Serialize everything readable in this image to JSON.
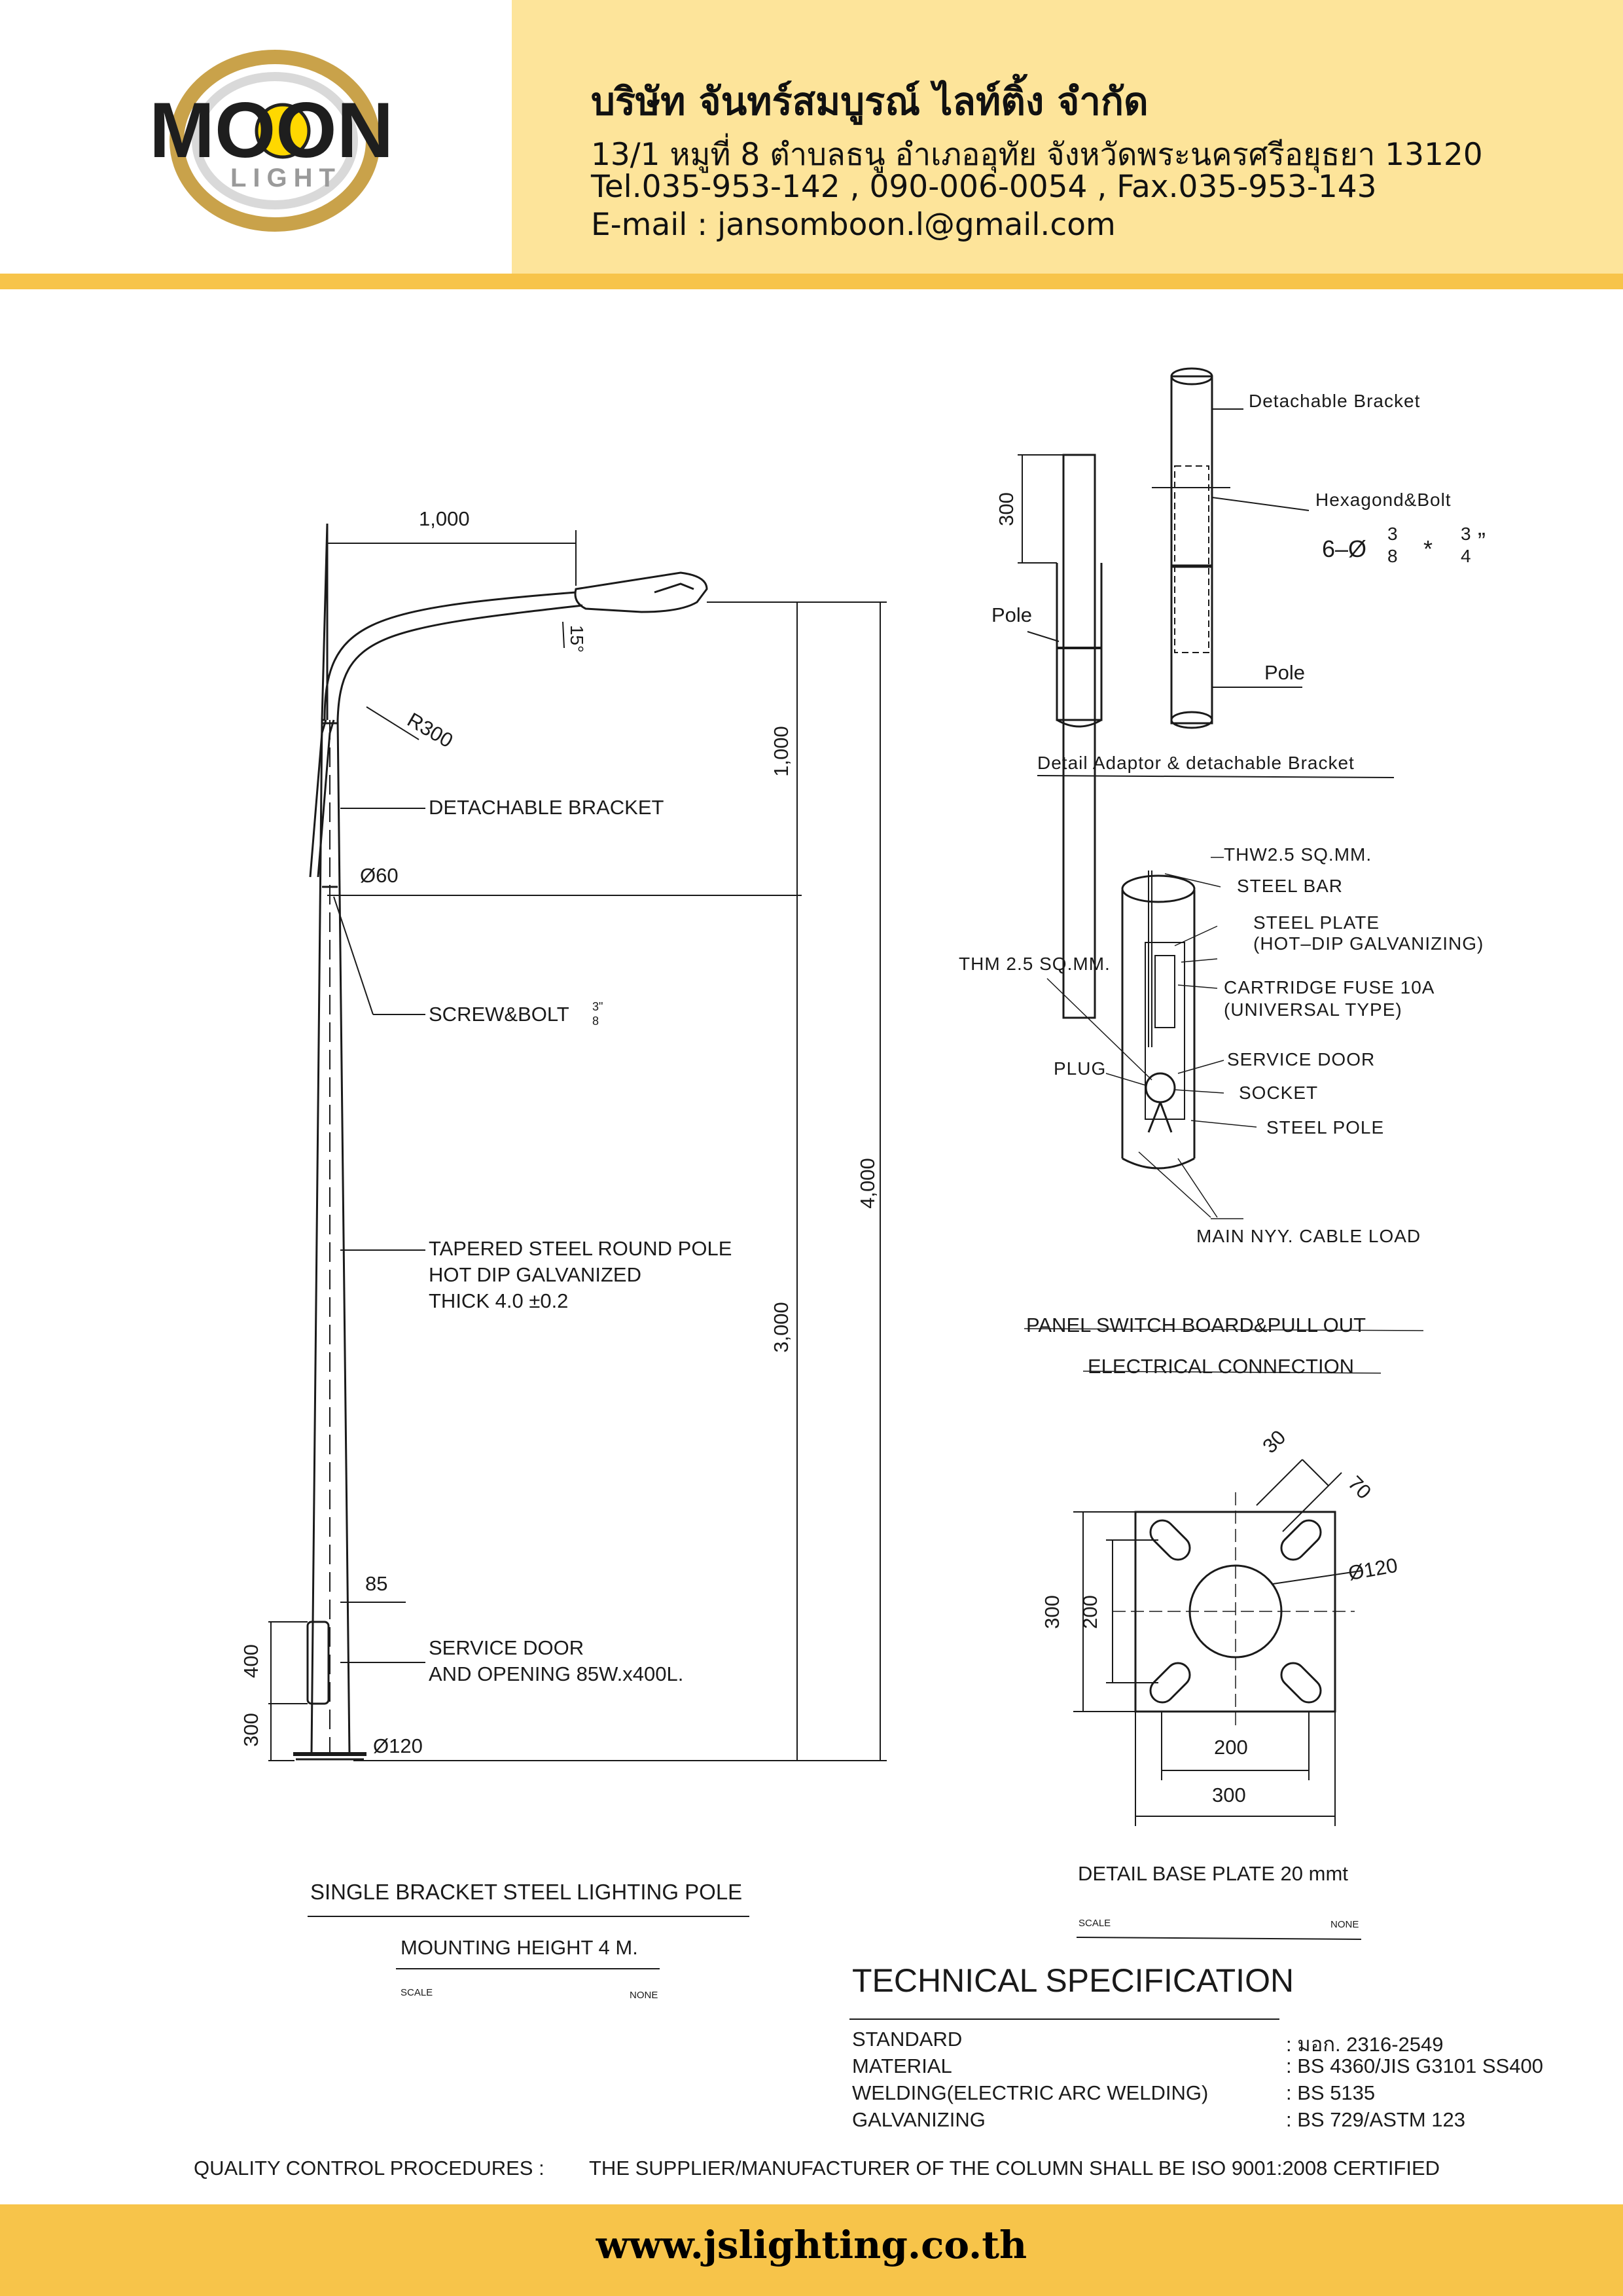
{
  "logo": {
    "wordmark": "MOON",
    "sub": "LIGHT"
  },
  "company": {
    "name": "บริษัท จันทร์สมบูรณ์ ไลท์ติ้ง จำกัด",
    "address": "13/1 หมูที่ 8 ตำบลธนู อำเภออุทัย จังหวัดพระนครศรีอยุธยา 13120",
    "phone": "Tel.035-953-142 , 090-006-0054 , Fax.035-953-143",
    "email": "E-mail : jansomboon.l@gmail.com"
  },
  "pole_drawing": {
    "dim_top": "1,000",
    "angle": "15°",
    "radius": "R300",
    "detachable_bracket": "DETACHABLE BRACKET",
    "diameter_top": "Ø60",
    "screw_bolt": "SCREW&BOLT",
    "screw_frac_num": "3\"",
    "screw_frac_den": "8",
    "pole_desc_1": "TAPERED STEEL ROUND POLE",
    "pole_desc_2": "HOT DIP GALVANIZED",
    "pole_desc_3": "THICK 4.0 ±0.2",
    "dim_85": "85",
    "service_door_1": "SERVICE DOOR",
    "service_door_2": "AND OPENING 85W.x400L.",
    "dim_400": "400",
    "dim_300": "300",
    "diameter_base": "Ø120",
    "dim_1000_v": "1,000",
    "dim_4000": "4,000",
    "dim_3000": "3,000",
    "title": "SINGLE BRACKET STEEL LIGHTING POLE",
    "subtitle": "MOUNTING HEIGHT 4 M.",
    "scale": "SCALE",
    "none": "NONE"
  },
  "adaptor_detail": {
    "detachable_bracket": "Detachable Bracket",
    "hexagon_bolt": "Hexagond&Bolt",
    "bolt_spec_prefix": "6–Ø",
    "bolt_frac1_num": "3",
    "bolt_frac1_den": "8",
    "bolt_star": "*",
    "bolt_frac2_num": "3",
    "bolt_frac2_den": "4",
    "bolt_inch": "”",
    "dim_300": "300",
    "pole_left": "Pole",
    "pole_right": "Pole",
    "caption": "Detail Adaptor & detachable Bracket"
  },
  "panel_detail": {
    "thw": "THW2.5 SQ.MM.",
    "steel_bar": "STEEL BAR",
    "steel_plate_1": "STEEL PLATE",
    "steel_plate_2": "(HOT–DIP GALVANIZING)",
    "thm": "THM 2.5 SQ.MM.",
    "fuse_1": "CARTRIDGE FUSE 10A",
    "fuse_2": "(UNIVERSAL TYPE)",
    "service_door": "SERVICE DOOR",
    "plug": "PLUG",
    "socket": "SOCKET",
    "steel_pole": "STEEL POLE",
    "main_cable": "MAIN NYY. CABLE LOAD",
    "caption_1": "PANEL SWITCH BOARD&PULL OUT",
    "caption_2": "ELECTRICAL CONNECTION"
  },
  "base_plate": {
    "dim_30": "30",
    "dim_70": "70",
    "dia_120": "Ø120",
    "dim_300_v": "300",
    "dim_200_v": "200",
    "dim_200_h": "200",
    "dim_300_h": "300",
    "caption": "DETAIL BASE PLATE 20 mmt",
    "scale": "SCALE",
    "none": "NONE"
  },
  "spec": {
    "title": "TECHNICAL SPECIFICATION",
    "rows": [
      {
        "label": "STANDARD",
        "value": ": มอก. 2316-2549"
      },
      {
        "label": "MATERIAL",
        "value": ": BS 4360/JIS G3101 SS400"
      },
      {
        "label": "WELDING(ELECTRIC ARC WELDING)",
        "value": ": BS 5135"
      },
      {
        "label": "GALVANIZING",
        "value": ": BS 729/ASTM 123"
      }
    ]
  },
  "qc": {
    "label": "QUALITY CONTROL PROCEDURES :",
    "text": "THE SUPPLIER/MANUFACTURER OF THE COLUMN SHALL BE ISO 9001:2008 CERTIFIED"
  },
  "footer": {
    "website": "www.jslighting.co.th"
  }
}
